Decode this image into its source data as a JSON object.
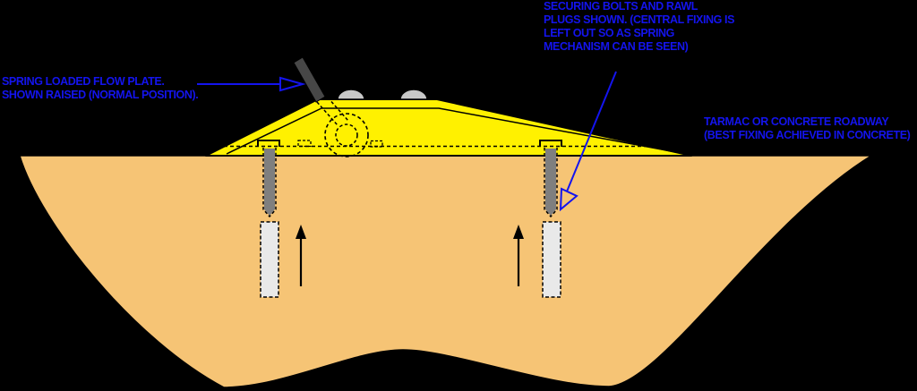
{
  "title": "Spring loaded flow plate roadway cross-section diagram",
  "annotations": {
    "securing_bolts": {
      "lines": [
        "SECURING BOLTS AND RAWL",
        "PLUGS SHOWN. (CENTRAL FIXING IS",
        "LEFT OUT SO AS SPRING",
        "MECHANISM CAN BE SEEN)"
      ]
    },
    "flow_plate": {
      "lines": [
        "SPRING LOADED FLOW PLATE.",
        "SHOWN RAISED (NORMAL POSITION)."
      ]
    },
    "roadway": {
      "lines": [
        "TARMAC OR CONCRETE ROADWAY",
        "(BEST FIXING ACHIEVED IN CONCRETE)"
      ]
    }
  },
  "colors": {
    "background": "#000000",
    "annotation_blue": "#1414EE",
    "ramp_yellow": "#FFF100",
    "ground_tan": "#F6C475",
    "bolt_gray": "#7F7F7F",
    "plug_gray": "#E9E9E9",
    "plate_dark_gray": "#474747",
    "dome_gray": "#C8C8C8",
    "outline_black": "#000000"
  }
}
